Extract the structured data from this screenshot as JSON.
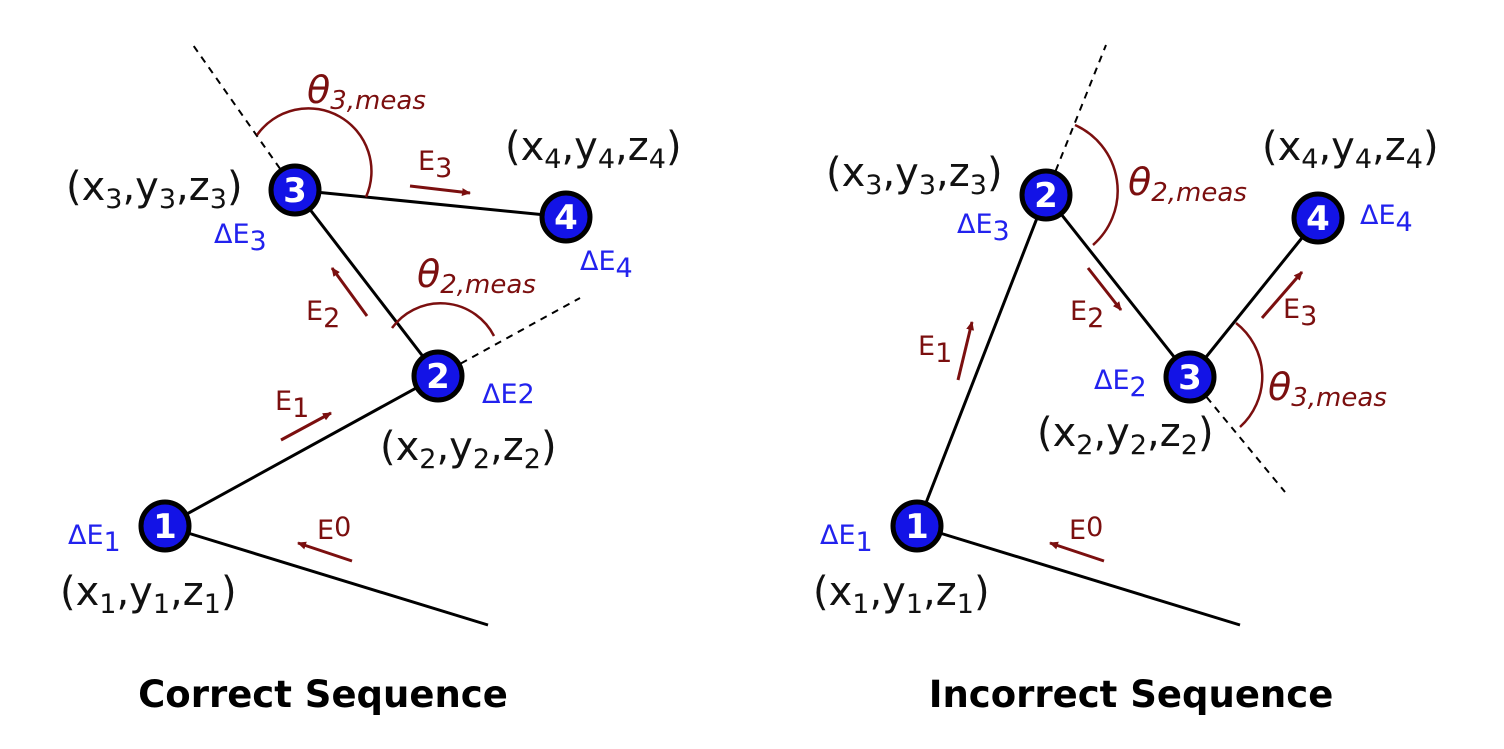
{
  "colors": {
    "node_fill": "#1313e6",
    "node_stroke": "#000000",
    "energy": "#7b0f0f",
    "delta": "#2222ee",
    "text": "#111111"
  },
  "icons": {
    "arrowhead": "triangle-arrowhead"
  },
  "panels": {
    "correct": {
      "caption": "Correct Sequence",
      "nodes": {
        "n1": {
          "label": "1",
          "coord_base": [
            "(x",
            ",y",
            ",z",
            ")"
          ],
          "coord_subs": [
            "1",
            "1",
            "1"
          ],
          "delta_base": "ΔE",
          "delta_sub": "1"
        },
        "n2": {
          "label": "2",
          "coord_base": [
            "(x",
            ",y",
            ",z",
            ")"
          ],
          "coord_subs": [
            "2",
            "2",
            "2"
          ],
          "delta_base": "ΔE2",
          "delta_sub": ""
        },
        "n3": {
          "label": "3",
          "coord_base": [
            "(x",
            ",y",
            ",z",
            ")"
          ],
          "coord_subs": [
            "3",
            "3",
            "3"
          ],
          "delta_base": "ΔE",
          "delta_sub": "3"
        },
        "n4": {
          "label": "4",
          "coord_base": [
            "(x",
            ",y",
            ",z",
            ")"
          ],
          "coord_subs": [
            "4",
            "4",
            "4"
          ],
          "delta_base": "ΔE",
          "delta_sub": "4"
        }
      },
      "energies": {
        "e0": {
          "base": "E",
          "sub": "0"
        },
        "e1": {
          "base": "E",
          "sub": "1"
        },
        "e2": {
          "base": "E",
          "sub": "2"
        },
        "e3": {
          "base": "E",
          "sub": "3"
        }
      },
      "angles": {
        "a2": {
          "base": "θ",
          "sub": "2,meas"
        },
        "a3": {
          "base": "θ",
          "sub": "3,meas"
        }
      }
    },
    "incorrect": {
      "caption": "Incorrect Sequence",
      "nodes": {
        "n1": {
          "label": "1",
          "coord_base": [
            "(x",
            ",y",
            ",z",
            ")"
          ],
          "coord_subs": [
            "1",
            "1",
            "1"
          ],
          "delta_base": "ΔE",
          "delta_sub": "1"
        },
        "n2": {
          "label": "2",
          "coord_base": [
            "(x",
            ",y",
            ",z",
            ")"
          ],
          "coord_subs": [
            "3",
            "3",
            "3"
          ],
          "delta_base": "ΔE",
          "delta_sub": "3"
        },
        "n3": {
          "label": "3",
          "coord_base": [
            "(x",
            ",y",
            ",z",
            ")"
          ],
          "coord_subs": [
            "2",
            "2",
            "2"
          ],
          "delta_base": "ΔE",
          "delta_sub": "2"
        },
        "n4": {
          "label": "4",
          "coord_base": [
            "(x",
            ",y",
            ",z",
            ")"
          ],
          "coord_subs": [
            "4",
            "4",
            "4"
          ],
          "delta_base": "ΔE",
          "delta_sub": "4"
        }
      },
      "energies": {
        "e0": {
          "base": "E",
          "sub": "0"
        },
        "e1": {
          "base": "E",
          "sub": "1"
        },
        "e2": {
          "base": "E",
          "sub": "2"
        },
        "e3": {
          "base": "E",
          "sub": "3"
        }
      },
      "angles": {
        "a2": {
          "base": "θ",
          "sub": "2,meas"
        },
        "a3": {
          "base": "θ",
          "sub": "3,meas"
        }
      }
    }
  }
}
